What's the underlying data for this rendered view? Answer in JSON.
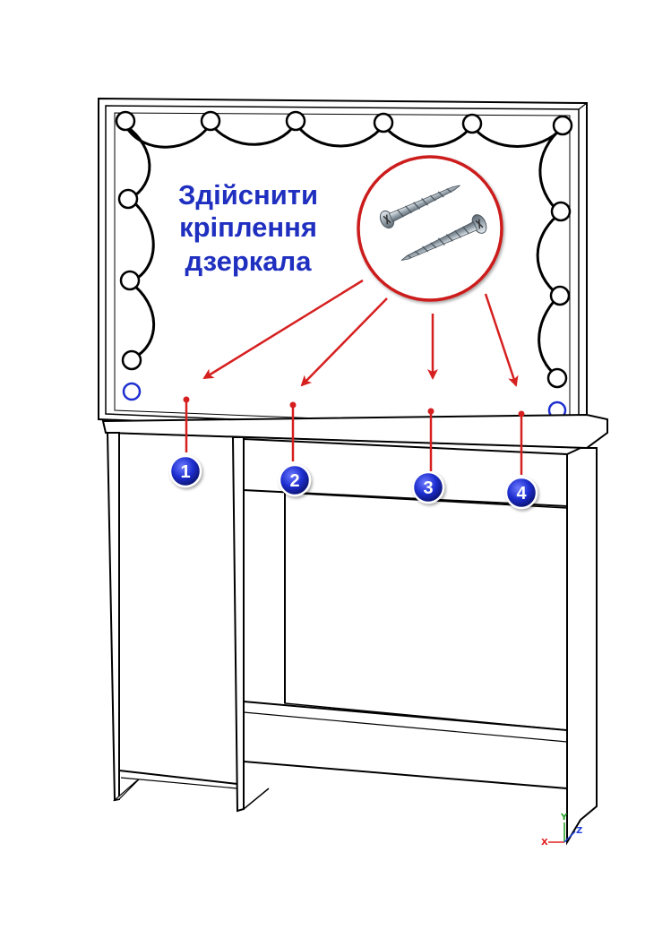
{
  "instruction": {
    "lines": [
      "Здійснити",
      "кріплення",
      "дзеркала"
    ],
    "color": "#1f2fbf"
  },
  "screws_callout": {
    "icon": "screws-icon",
    "ring_color": "#cc1f1f",
    "item_count": 2
  },
  "markers": [
    {
      "number": "1"
    },
    {
      "number": "2"
    },
    {
      "number": "3"
    },
    {
      "number": "4"
    }
  ],
  "colors": {
    "arrow": "#d62020",
    "badge": "#1e2fd0",
    "outline": "#000000"
  },
  "axes": {
    "x_label": "X",
    "y_label": "Y",
    "z_label": "Z"
  }
}
